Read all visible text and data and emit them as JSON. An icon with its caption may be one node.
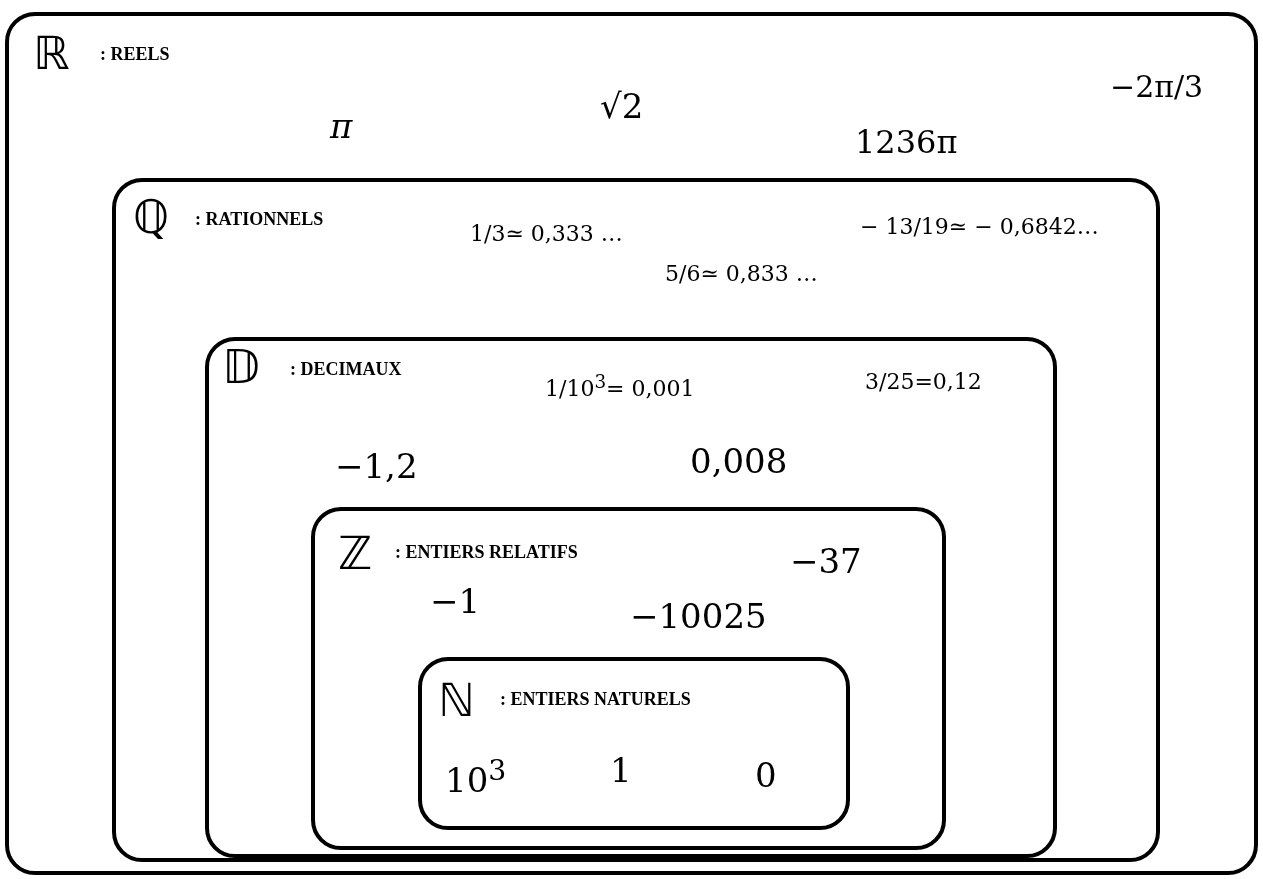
{
  "diagram": {
    "nodes": [
      {
        "text": [
          "ℝ",
          ": REELS",
          "√2",
          "−2π/3",
          "π",
          "1236π"
        ]
      },
      {
        "text": [
          "ℚ",
          ": RATIONNELS",
          "1/3≃ 0,333 …",
          "− 13/19≃ − 0,6842…",
          "5/6≃ 0,833 …"
        ],
        "in": 0
      },
      {
        "text": [
          "𝔻",
          ": DECIMAUX",
          "1/10$^{3}$= 0,001",
          "3/25=0,12",
          "−1,2",
          "0,008"
        ],
        "in": 1
      },
      {
        "text": [
          "ℤ",
          ": ENTIERS RELATIFS",
          "−37",
          "−1",
          "−10025"
        ],
        "in": 2
      },
      {
        "text": [
          "ℕ",
          ": ENTIERS NATURELS",
          "10$^{3}$",
          "1",
          "0"
        ],
        "in": 3
      }
    ]
  }
}
